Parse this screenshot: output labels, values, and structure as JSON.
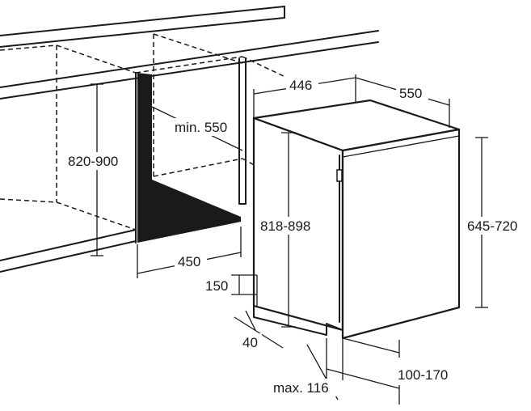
{
  "colors": {
    "line": "#1a1a1a",
    "background": "#ffffff",
    "niche_shadow": "#1a1a1a"
  },
  "labels": {
    "niche_height": "820-900",
    "niche_depth": "min. 550",
    "niche_width": "450",
    "appliance_width": "446",
    "appliance_depth": "550",
    "appliance_height": "818-898",
    "door_height": "645-720",
    "plinth_height": "150",
    "plinth_depth": "40",
    "door_gap": "max. 116",
    "plinth_adjust": "100-170"
  }
}
